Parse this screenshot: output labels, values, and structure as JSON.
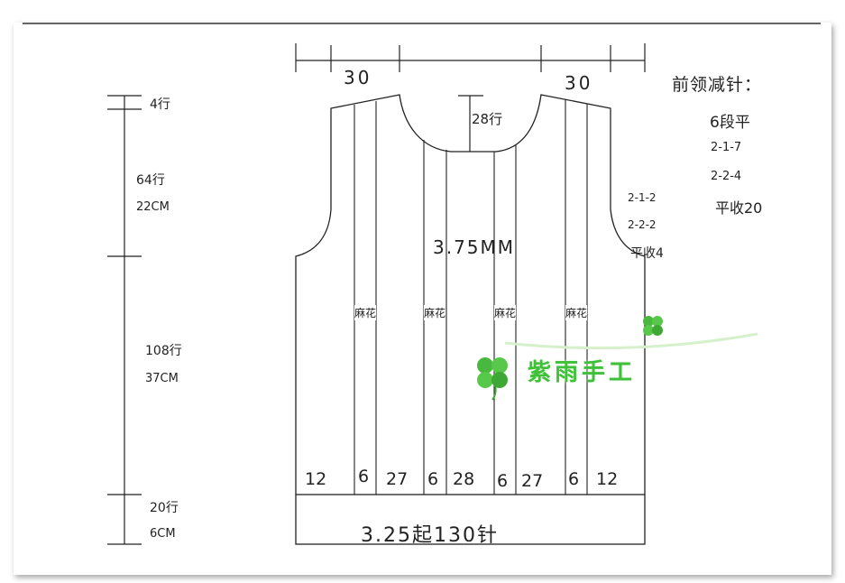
{
  "top_widths": [
    "30",
    "30"
  ],
  "neck_depth": "28行",
  "gauge": "3.75MM",
  "cable_label": "麻花",
  "bottom_stitches": [
    "12",
    "6",
    "27",
    "6",
    "28",
    "6",
    "27",
    "6",
    "12"
  ],
  "cast_on": "3.25起130针",
  "rows_left": [
    {
      "rows": "4行",
      "cm": ""
    },
    {
      "rows": "64行",
      "cm": "22CM"
    },
    {
      "rows": "108行",
      "cm": "37CM"
    },
    {
      "rows": "20行",
      "cm": "6CM"
    }
  ],
  "armhole_decreases": [
    "2-1-2",
    "2-2-2",
    "平收4"
  ],
  "neck_decreases": {
    "title": "前领减针：",
    "steps": [
      "6段平",
      "2-1-7",
      "2-2-4",
      "平收20"
    ]
  },
  "watermark": "紫雨手工",
  "colors": {
    "line": "#222222",
    "watermark": "#3fbf3a",
    "clover": "#48b83e"
  }
}
